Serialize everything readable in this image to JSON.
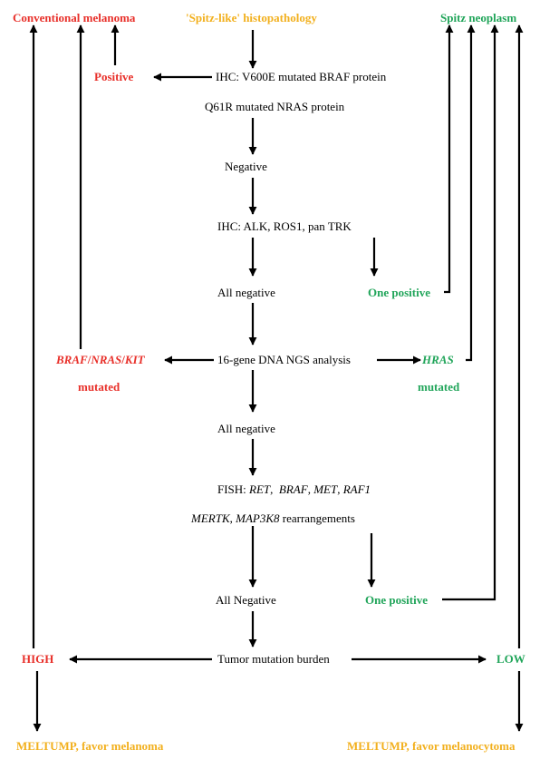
{
  "nodes": {
    "conventional_melanoma": "Conventional melanoma",
    "spitz_histopathology": "'Spitz-like' histopathology",
    "spitz_neoplasm": "Spitz neoplasm",
    "positive": "Positive",
    "ihc_braf": "IHC: V600E mutated BRAF protein",
    "q61r_nras": "Q61R mutated NRAS protein",
    "negative": "Negative",
    "ihc_alk": "IHC: ALK, ROS1, pan TRK",
    "all_negative_1": "All negative",
    "one_positive_1": "One positive",
    "braf_nras_kit_part1": "BRAF",
    "braf_nras_kit_sep1": "/",
    "braf_nras_kit_part2": "NRAS",
    "braf_nras_kit_sep2": "/",
    "braf_nras_kit_part3": "KIT",
    "mutated_left": "mutated",
    "ngs_analysis": "16-gene DNA NGS analysis",
    "hras": "HRAS",
    "mutated_right": "mutated",
    "all_negative_2": "All negative",
    "fish_prefix": "FISH: ",
    "fish_ret": "RET",
    "fish_braf": "BRAF",
    "fish_met": "MET",
    "fish_raf1": "RAF1",
    "fish_mertk": "MERTK",
    "fish_map3k8": "MAP3K8",
    "fish_rearrangements": " rearrangements",
    "all_negative_3": "All Negative",
    "one_positive_2": "One positive",
    "high": "HIGH",
    "tmb": "Tumor mutation burden",
    "low": "LOW",
    "meltump_melanoma": "MELTUMP, favor melanoma",
    "meltump_melanocytoma": "MELTUMP, favor melanocytoma"
  },
  "colors": {
    "red": "#e8302a",
    "green": "#21a55a",
    "gold": "#f2b01e",
    "line": "#000000"
  }
}
